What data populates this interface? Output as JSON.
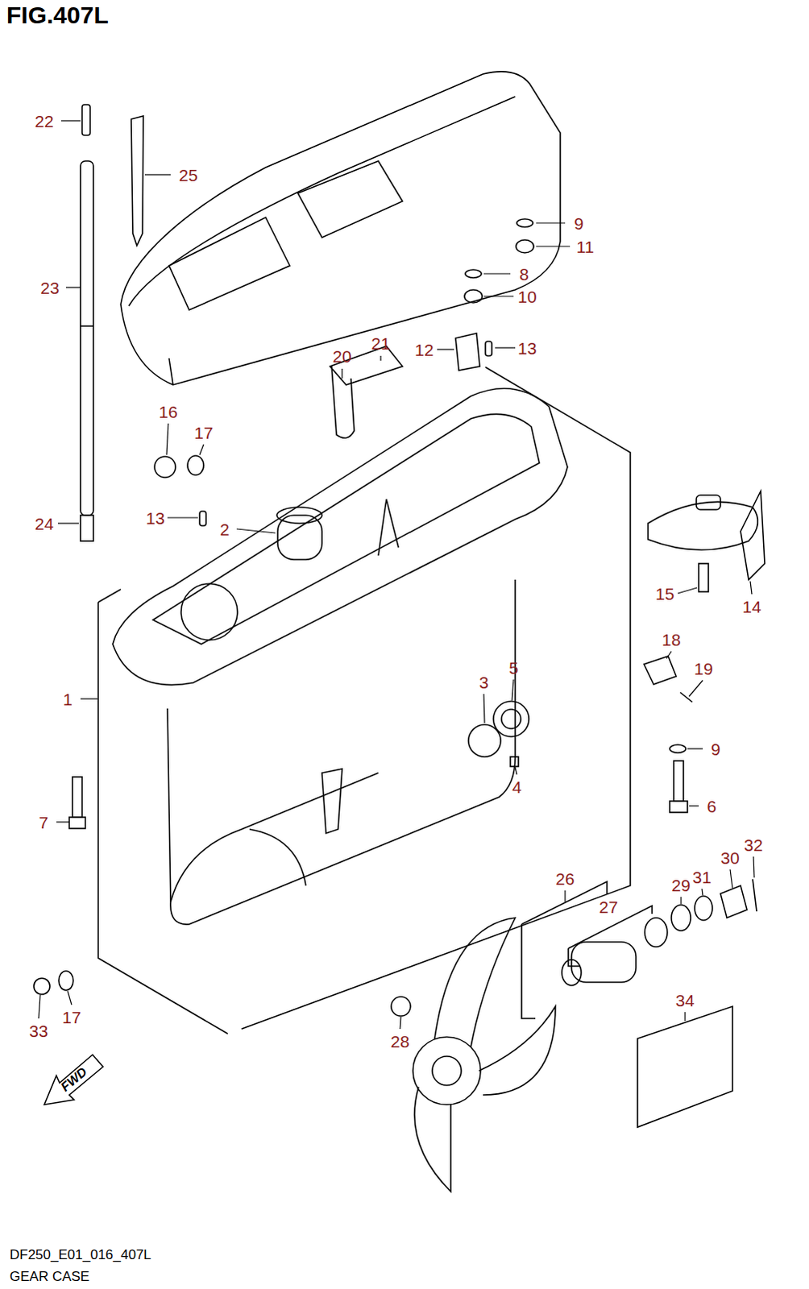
{
  "diagram": {
    "title": "FIG.407L",
    "caption": "GEAR CASE",
    "labels": [
      "22",
      "25",
      "23",
      "9",
      "11",
      "8",
      "10",
      "12",
      "13",
      "20",
      "21",
      "16",
      "17",
      "13",
      "2",
      "24",
      "15",
      "14",
      "18",
      "19",
      "1",
      "3",
      "5",
      "9",
      "4",
      "6",
      "7",
      "26",
      "27",
      "29",
      "31",
      "30",
      "32",
      "34",
      "28",
      "33",
      "17",
      "FWD",
      "DF250_E01_016_407L"
    ]
  }
}
